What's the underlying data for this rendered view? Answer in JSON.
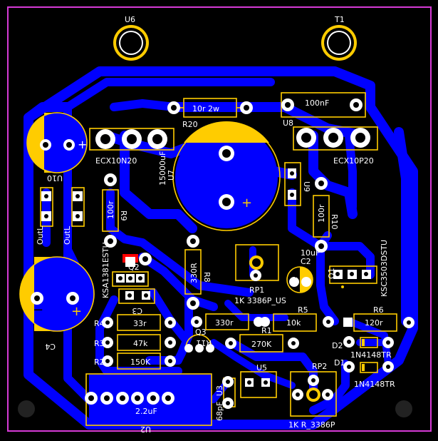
{
  "colors": {
    "board_edge": "#d53ad5",
    "copper": "#0000ff",
    "silk": "#ffcc00",
    "pad": "#ffffff",
    "hole": "#000000",
    "mark": "#ff0000",
    "background": "#000000"
  },
  "designators": {
    "U6": "U6",
    "T1": "T1",
    "R20": "R20",
    "R20_val": "10r 2w",
    "C_top": "100nF",
    "U8": "U8",
    "Q_left": "ECX10N20",
    "Q_right": "ECX10P20",
    "U10": "U10",
    "U7": "U7",
    "C_big_val": "15000uF",
    "U9": "U9",
    "R9": "R9",
    "R9_val": "100r",
    "R10": "R10",
    "R10_val": "100r",
    "OutL1": "OutL",
    "OutL2": "OutL",
    "Q2": "Q2",
    "Q2_part": "KSA1381ESTU",
    "C3": "C3",
    "R8": "R8",
    "R8_val": "330R",
    "RP1": "RP1",
    "RP1_val": "1K 3386P_US",
    "C2": "C2",
    "C2_val": "10uF",
    "Q1": "Q1",
    "Q1_part": "KSC3503DSTU",
    "C4": "C4",
    "R4": "R4",
    "R4_val": "33r",
    "R3": "R3",
    "R3_val": "47k",
    "R2": "R2",
    "R2_val": "150K",
    "R11": "R11",
    "R11_val": "330r",
    "Q3": "Q3",
    "R1": "R1",
    "R1_val": "270K",
    "R5": "R5",
    "R5_val": "10k",
    "R6": "R6",
    "R6_val": "120r",
    "D2": "D2",
    "D2_val": "1N4148TR",
    "D1": "D1",
    "D1_val": "1N4148TR",
    "U5": "U5",
    "RP2": "RP2",
    "RP2_val": "1K R_3386P",
    "U3": "U3",
    "U3_val": "68pF",
    "U2": "U2",
    "U2_val": "2.2uF"
  }
}
